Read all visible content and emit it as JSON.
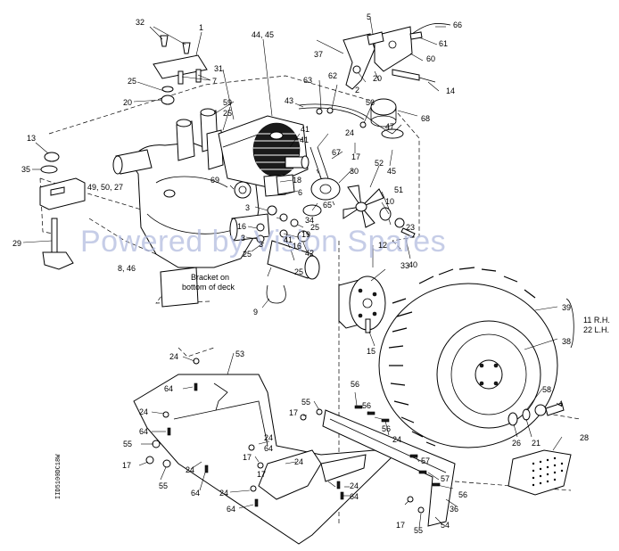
{
  "watermark": "Powered by Vision Spares",
  "drawing_id": "IID5100DC18W",
  "notes": {
    "bracket_line1": "Bracket on",
    "bracket_line2": "bottom of deck",
    "rh": "11 R.H.",
    "lh": "22 L.H."
  },
  "labels": {
    "l1": "1",
    "l2": "2",
    "l3a": "3",
    "l3b": "3",
    "l3c": "3",
    "l4": "4",
    "l5": "5",
    "l6": "6",
    "l7": "7",
    "l8": "8, 46",
    "l9": "9",
    "l10": "10",
    "l12": "12",
    "l13": "13",
    "l14": "14",
    "l15": "15",
    "l16a": "16",
    "l16b": "16",
    "l17a": "17",
    "l17b": "17",
    "l17c": "17",
    "l17d": "17",
    "l17e": "17",
    "l17f": "17",
    "l18": "18",
    "l19": "19",
    "l20a": "20",
    "l20b": "20",
    "l21": "21",
    "l23": "23",
    "l24a": "24",
    "l24b": "24",
    "l24c": "24",
    "l24d": "24",
    "l24e": "24",
    "l24f": "24",
    "l24g": "24",
    "l24h": "24",
    "l25a": "25",
    "l25b": "25",
    "l25c": "25",
    "l25d": "25",
    "l25e": "25",
    "l26": "26",
    "l28": "28",
    "l29": "29",
    "l30": "30",
    "l31": "31",
    "l32": "32",
    "l33": "33",
    "l34": "34",
    "l35": "35",
    "l36": "36",
    "l37": "37",
    "l38": "38",
    "l39": "39",
    "l40": "40",
    "l41a": "41",
    "l41b": "41",
    "l42": "42",
    "l43": "43",
    "l44": "44, 45",
    "l45": "45",
    "l47": "47",
    "l49": "49, 50, 27",
    "l51": "51",
    "l52": "52",
    "l53": "53",
    "l54": "54",
    "l55a": "55",
    "l55b": "55",
    "l55c": "55",
    "l55d": "55",
    "l56a": "56",
    "l56b": "56",
    "l56c": "56",
    "l56d": "56",
    "l56e": "56",
    "l57a": "57",
    "l57b": "57",
    "l58": "58",
    "l59": "59",
    "l60": "60",
    "l61": "61",
    "l62": "62",
    "l63": "63",
    "l64a": "64",
    "l64b": "64",
    "l64c": "64",
    "l64d": "64",
    "l64e": "64",
    "l64f": "64",
    "l65": "65",
    "l66": "66",
    "l67": "67",
    "l68": "68",
    "l69": "69"
  }
}
